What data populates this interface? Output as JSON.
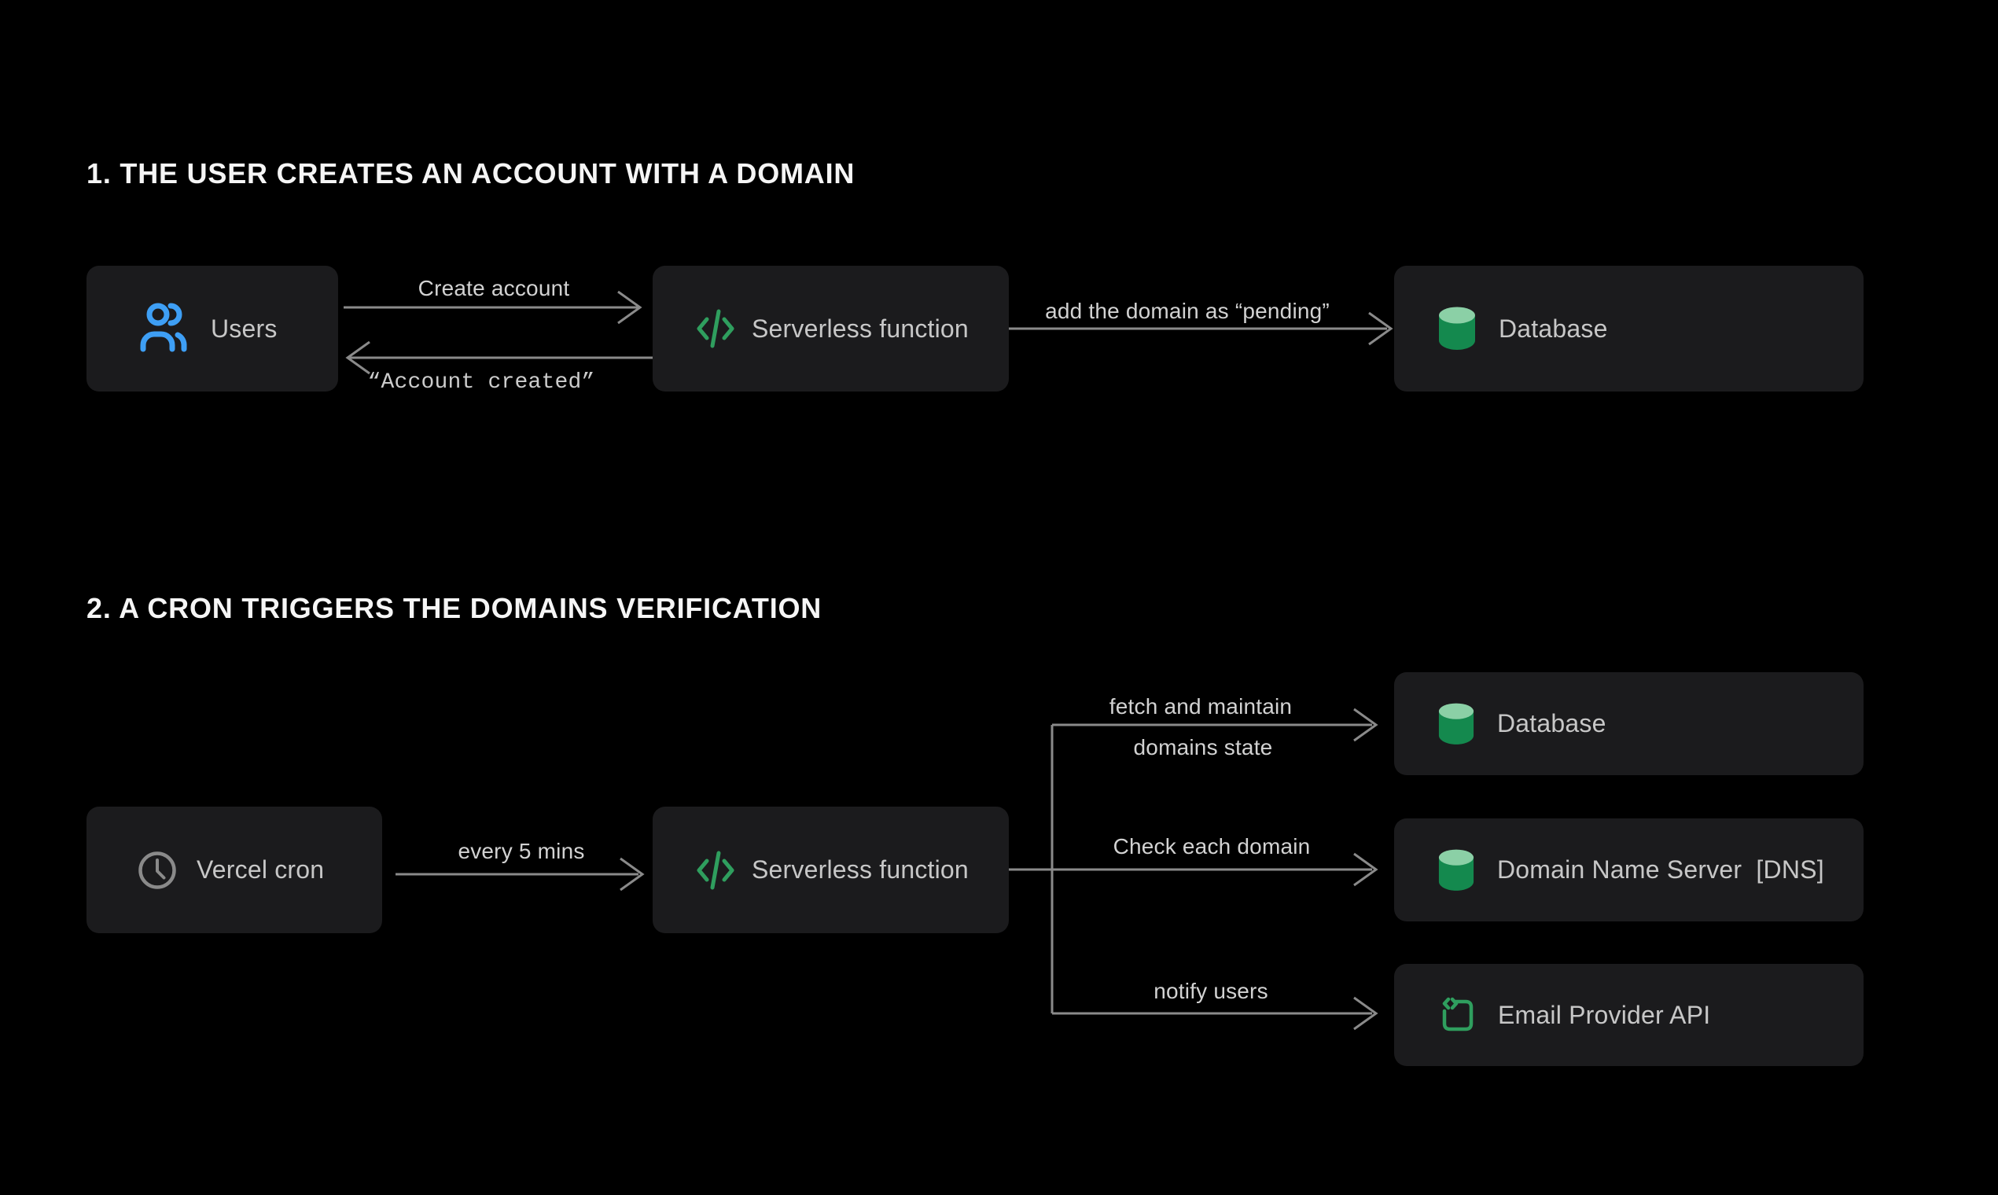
{
  "colors": {
    "background": "#000000",
    "node_background": "#1b1b1d",
    "connector_gray": "#8a8a8a",
    "edge_label_gray": "#d2d2d2",
    "node_label_gray": "#c7c7c7",
    "heading_white": "#f5f5f5",
    "accent_green": "#2f9e5e",
    "accent_blue": "#3e9ff5",
    "database_green_top": "#8bd0a6",
    "database_green_body": "#14894e",
    "clock_gray": "#8a8a8a"
  },
  "section1": {
    "heading": "1. THE USER CREATES AN ACCOUNT WITH A DOMAIN",
    "nodes": {
      "users": {
        "label": "Users",
        "icon": "users-icon"
      },
      "serverless": {
        "label": "Serverless function",
        "icon": "code-icon"
      },
      "database": {
        "label": "Database",
        "icon": "database-icon"
      }
    },
    "edges": {
      "create_account": {
        "label": "Create account"
      },
      "account_created": {
        "label": "“Account created”"
      },
      "add_domain_pending": {
        "label": "add the domain as “pending”"
      }
    }
  },
  "section2": {
    "heading": "2. A CRON TRIGGERS THE DOMAINS VERIFICATION",
    "nodes": {
      "vercel_cron": {
        "label": "Vercel cron",
        "icon": "clock-icon"
      },
      "serverless": {
        "label": "Serverless function",
        "icon": "code-icon"
      },
      "database": {
        "label": "Database",
        "icon": "database-icon"
      },
      "dns": {
        "label": "Domain Name Server  [DNS]",
        "icon": "database-icon"
      },
      "email_api": {
        "label": "Email Provider API",
        "icon": "api-icon"
      }
    },
    "edges": {
      "every_5_mins": {
        "label": "every 5 mins"
      },
      "fetch_and_maintain": {
        "label_line1": "fetch and maintain",
        "label_line2": "domains state"
      },
      "check_each_domain": {
        "label": "Check each domain"
      },
      "notify_users": {
        "label": "notify users"
      }
    }
  }
}
